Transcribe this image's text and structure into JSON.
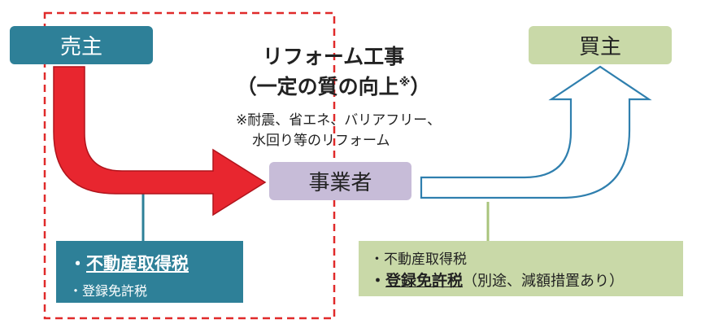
{
  "parties": {
    "seller": "売主",
    "buyer": "買主",
    "business": "事業者"
  },
  "renovation": {
    "title_line1": "リフォーム工事",
    "title_line2": "（一定の質の向上",
    "mark": "※",
    "title_close": "）",
    "note_line1": "※耐震、省エネ、バリアフリー、",
    "note_line2": "水回り等のリフォーム"
  },
  "left_taxes": {
    "item1_bullet": "・",
    "item1": "不動産取得税",
    "item2": "・登録免許税"
  },
  "right_taxes": {
    "item1": "・不動産取得税",
    "item2_bullet": "・",
    "item2": "登録免許税",
    "item2_note": "（別途、減額措置あり）"
  },
  "colors": {
    "teal": "#2e8098",
    "green": "#c9d9a8",
    "lavender": "#c7bcd8",
    "red_arrow": "#e8262f",
    "dashed_border": "#e02a2a",
    "outline_arrow": "#2f7fae"
  }
}
